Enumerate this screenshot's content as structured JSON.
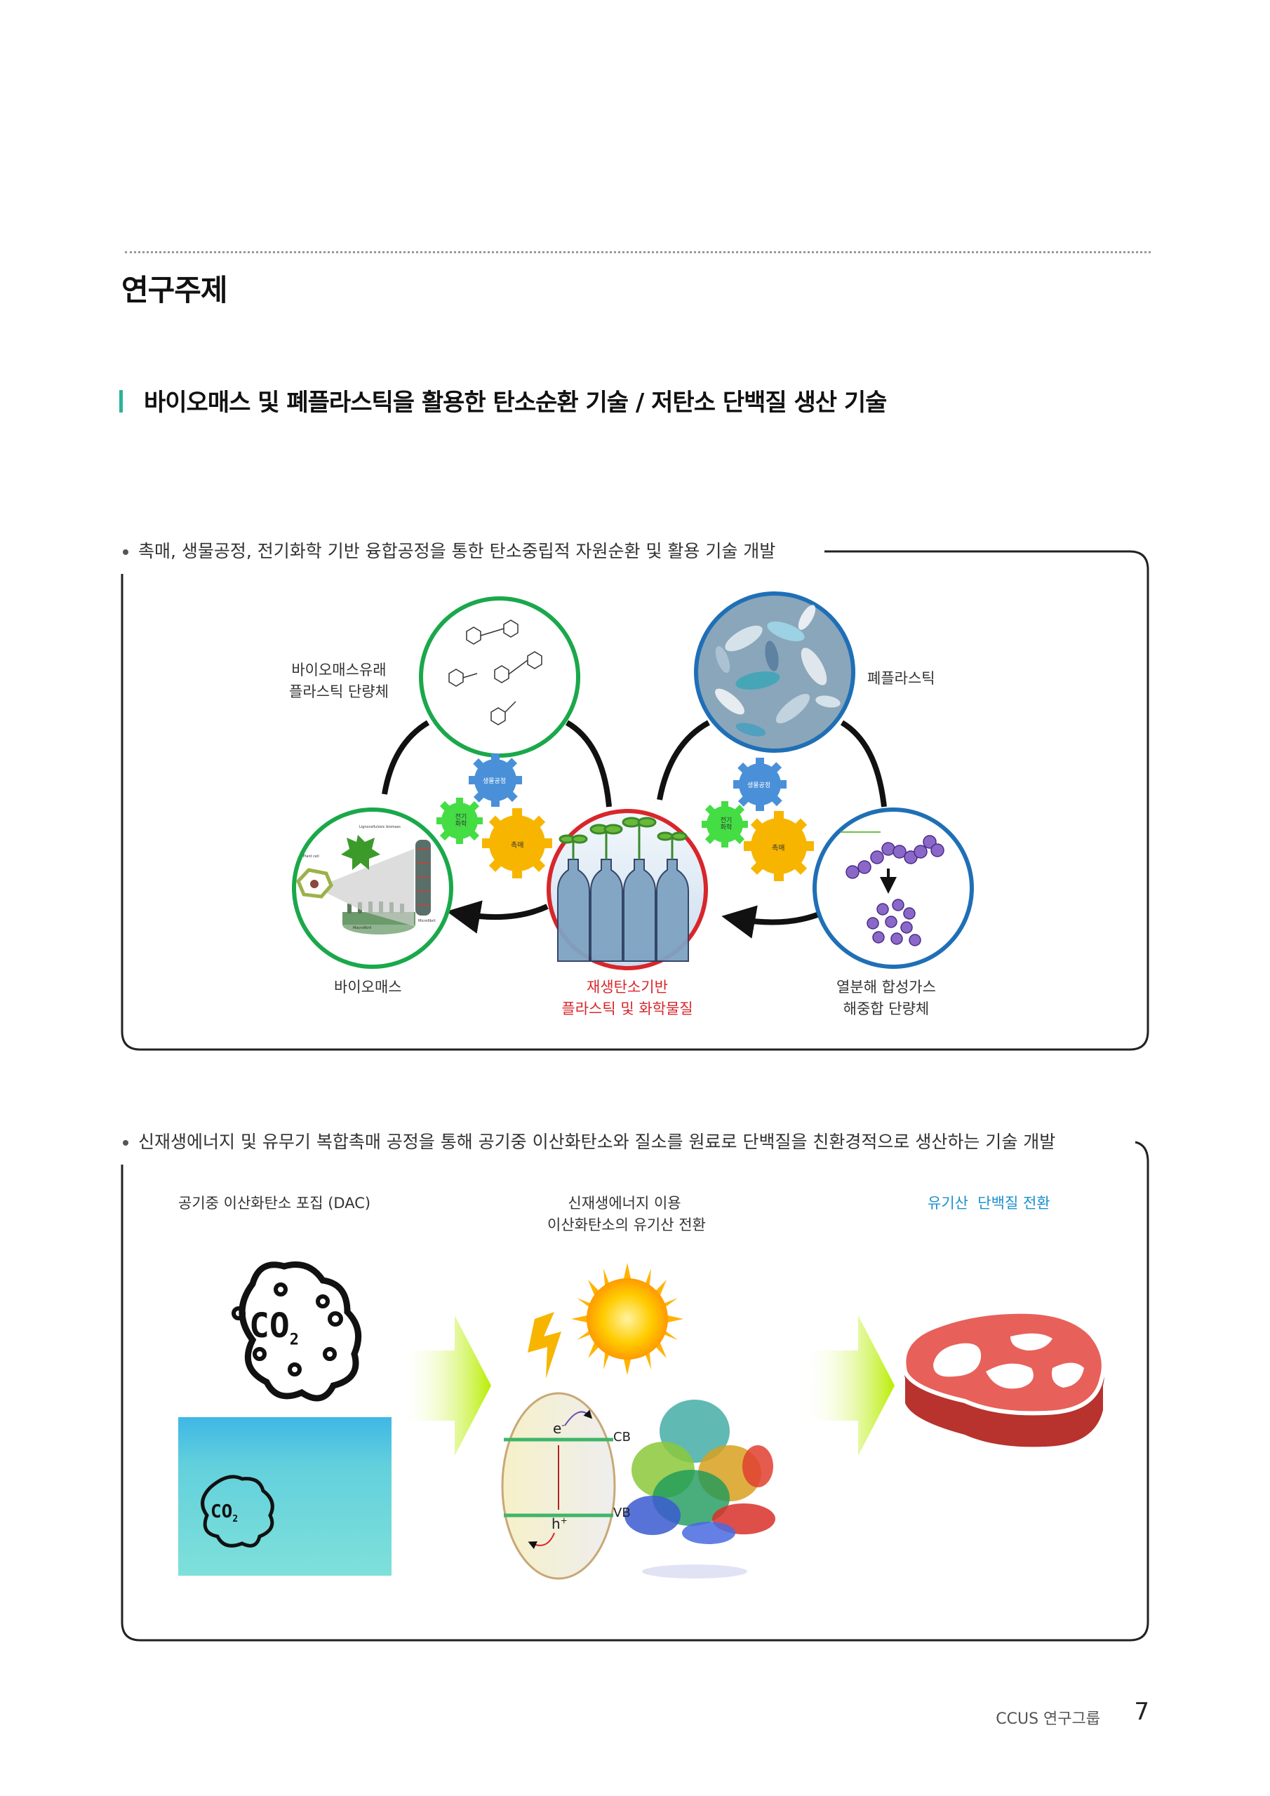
{
  "section_title": "연구주제",
  "subtitle": "바이오매스 및 폐플라스틱을 활용한 탄소순환 기술 / 저탄소 단백질 생산 기술",
  "panel1": {
    "bullet": "촉매, 생물공정, 전기화학 기반 융합공정을 통한 탄소중립적 자원순환 및 활용 기술 개발",
    "label_biomass_monomer_1": "바이오매스유래",
    "label_biomass_monomer_2": "플라스틱 단량체",
    "label_waste_plastic": "폐플라스틱",
    "label_biomass": "바이오매스",
    "label_renewable_1": "재생탄소기반",
    "label_renewable_2": "플라스틱 및 화학물질",
    "label_pyrolysis_1": "열분해 합성가스",
    "label_pyrolysis_2": "해중합 단량체",
    "gear_bio": "생물공정",
    "gear_electro": "전기\n화학",
    "gear_catalyst": "촉매",
    "micro_lignin": "Lignocellulosic biomass",
    "micro_plant_cell": "Plant cell",
    "micro_fibril": "Microfibril",
    "micro_macrofibril": "Macrofibril"
  },
  "panel2": {
    "bullet": "신재생에너지 및 유무기 복합촉매 공정을 통해 공기중 이산화탄소와 질소를 원료로 단백질을 친환경적으로 생산하는 기술 개발",
    "col1_label": "공기중 이산화탄소 포집 (DAC)",
    "col2_label_1": "신재생에너지 이용",
    "col2_label_2": "이산화탄소의 유기산 전환",
    "col3_label": "유기산  단백질 전환",
    "co2_text": "CO",
    "co2_sub": "2",
    "cb": "CB",
    "vb": "VB",
    "electron": "e",
    "electron_sup": "-",
    "hole": "h",
    "hole_sup": "+"
  },
  "colors": {
    "accent_teal": "#2bb39a",
    "green_circle": "#1aa84a",
    "red_circle": "#d8262b",
    "blue_circle": "#1f6fb6",
    "gear_blue": "#4a90d9",
    "gear_green": "#44dd44",
    "gear_yellow": "#f7b500",
    "highlight_red": "#d8262b",
    "highlight_blue": "#1a8fd0"
  },
  "footer": {
    "group": "CCUS 연구그룹",
    "page": "7"
  }
}
